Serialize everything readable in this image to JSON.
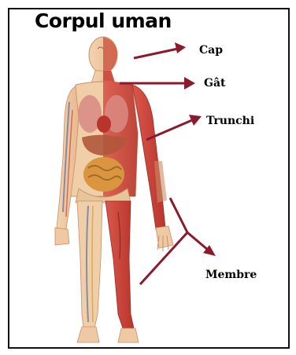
{
  "title": "Corpul uman",
  "labels": {
    "head": "Cap",
    "neck": "Gât",
    "trunk": "Trunchi",
    "limbs": "Membre"
  },
  "colors": {
    "arrow": "#8b1a2c",
    "skin": "#efc9a3",
    "muscle": "#c9443a",
    "organ": "#d9963f"
  }
}
